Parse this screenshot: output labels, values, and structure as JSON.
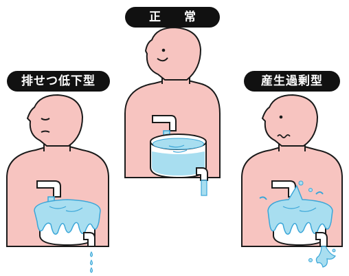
{
  "labels": {
    "normal": "正 常",
    "low_excretion": "排せつ低下型",
    "overproduction": "産生過剰型"
  },
  "colors": {
    "skin": "#f7c4c0",
    "outline": "#1a1a1a",
    "water": "#a8def0",
    "water_stroke": "#3aa6d8",
    "label_bg": "#111111",
    "label_text": "#ffffff"
  }
}
